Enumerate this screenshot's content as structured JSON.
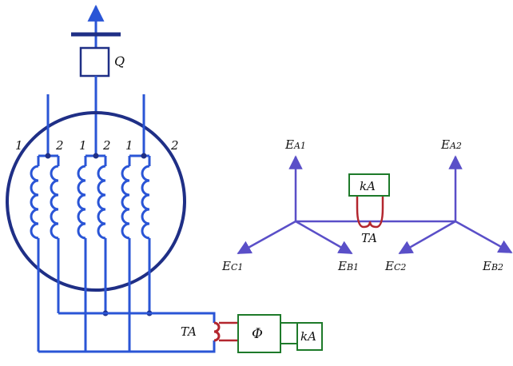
{
  "colors": {
    "wire": "#2a55d6",
    "stator": "#1f2f86",
    "vector": "#5a4fc8",
    "ct": "#b3262e",
    "box_relay": "#1e7a2a",
    "box_breaker": "#1f2f86"
  },
  "breaker": {
    "label": "Q"
  },
  "winding_labels": [
    "1",
    "2",
    "1",
    "2",
    "1",
    "2"
  ],
  "generator_ct": {
    "label": "TA"
  },
  "filter": {
    "label": "Φ"
  },
  "generator_relay": {
    "label": "kA"
  },
  "phasor": {
    "left": {
      "a": {
        "main": "E",
        "sub": "A1"
      },
      "b": {
        "main": "E",
        "sub": "B1"
      },
      "c": {
        "main": "E",
        "sub": "C1"
      }
    },
    "right": {
      "a": {
        "main": "E",
        "sub": "A2"
      },
      "b": {
        "main": "E",
        "sub": "B2"
      },
      "c": {
        "main": "E",
        "sub": "C2"
      }
    },
    "relay": {
      "label": "kA"
    },
    "ct": {
      "label": "TA"
    }
  }
}
